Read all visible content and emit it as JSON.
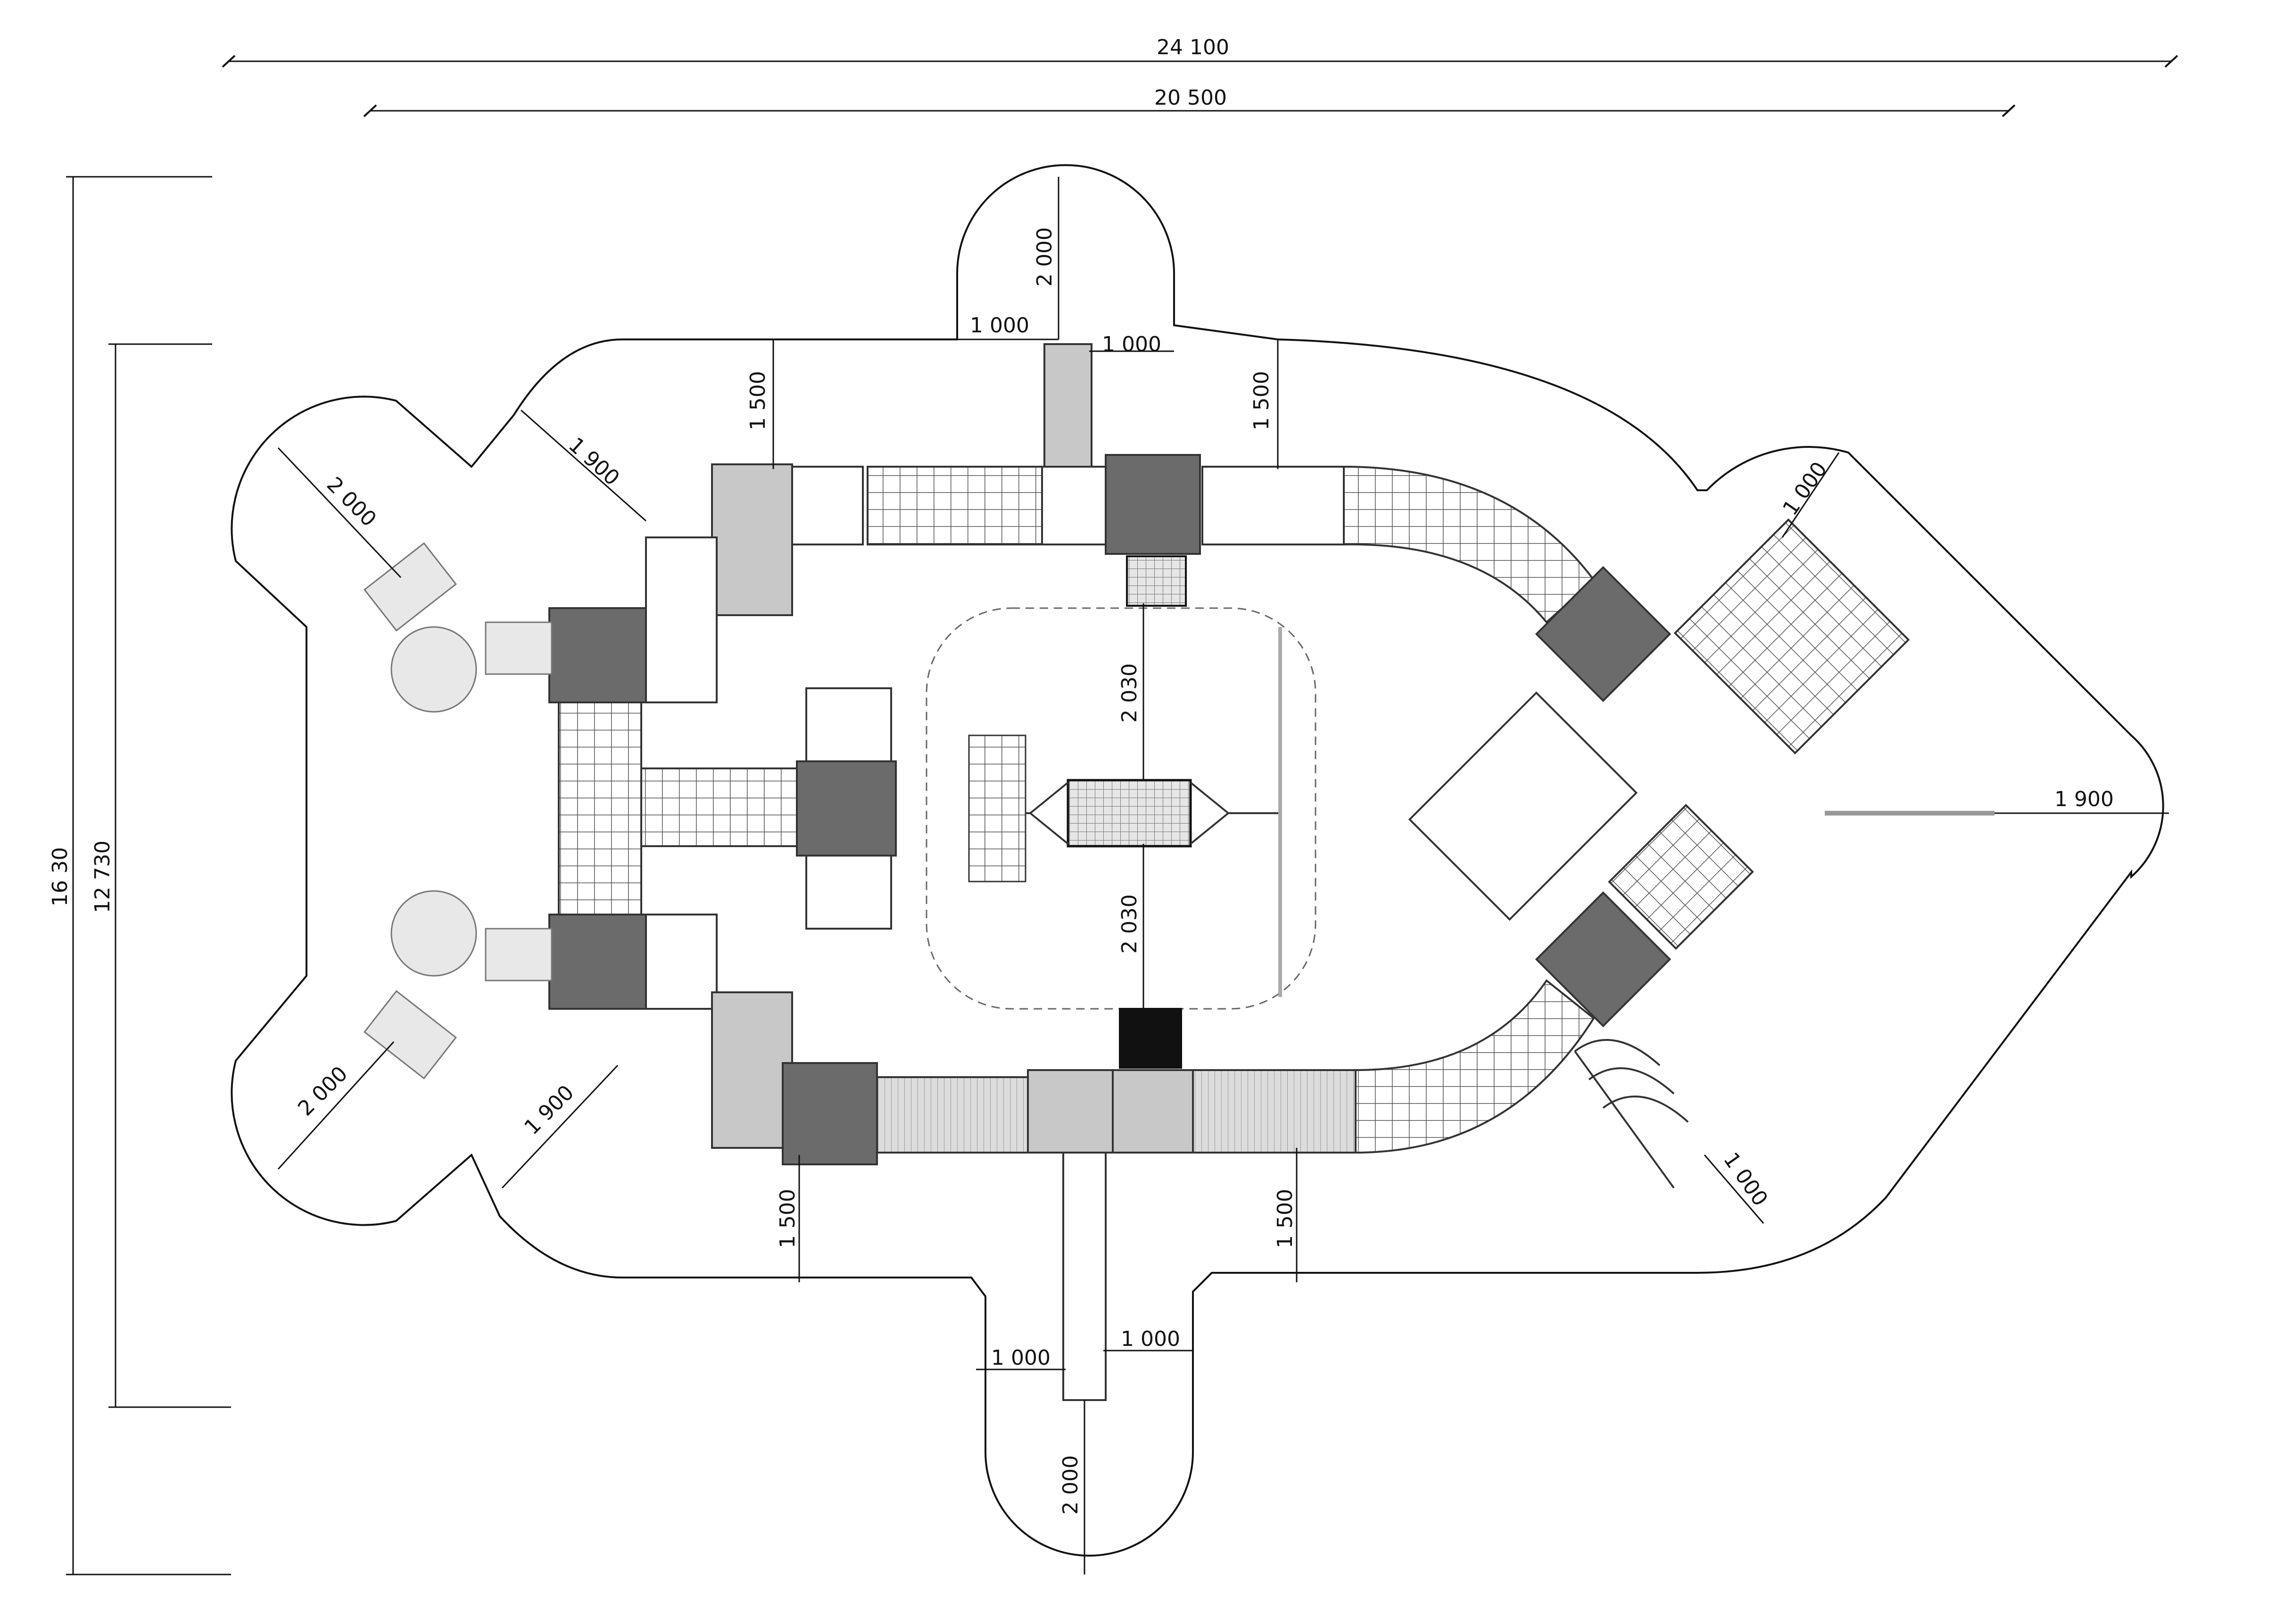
{
  "dimensions": {
    "overall_width": "24 100",
    "inner_width": "20 500",
    "overall_height": "16 30",
    "inner_height": "12 730",
    "top_tower_height": "2 000",
    "top_left_offset": "1 000",
    "top_right_offset": "1 000",
    "top_left_clearance": "1 500",
    "top_right_clearance": "1 500",
    "upper_left_diag": "1 900",
    "upper_left_slide": "2 000",
    "lower_left_slide": "2 000",
    "lower_left_diag": "1 900",
    "bottom_left_clearance": "1 500",
    "bottom_right_clearance": "1 500",
    "bottom_left_offset": "1 000",
    "bottom_right_offset": "1 000",
    "bottom_tower_height": "2 000",
    "center_upper": "2 030",
    "center_lower": "2 030",
    "right_point": "1 900",
    "upper_right_diag": "1 000",
    "lower_right_diag": "1 000"
  },
  "colors": {
    "dark_deck": "#6b6b6b",
    "light_deck": "#c8c8c8",
    "line": "#111111"
  }
}
